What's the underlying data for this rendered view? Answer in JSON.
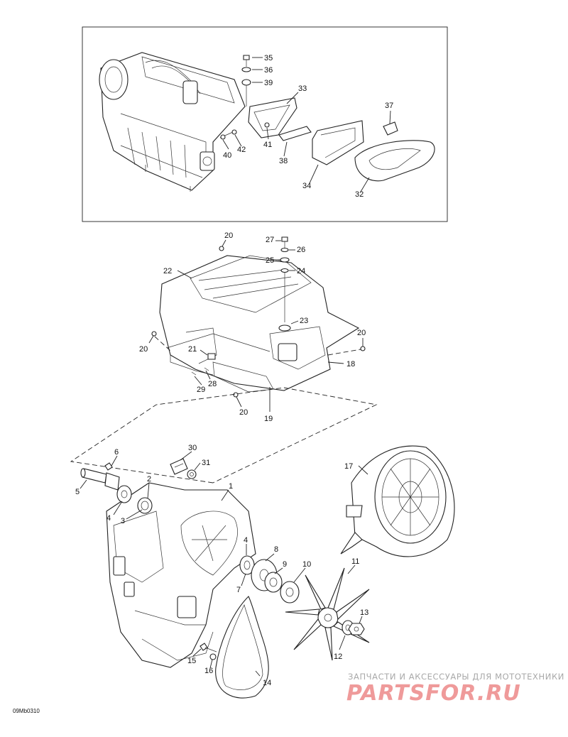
{
  "diagram": {
    "part_code": "09Mb0310",
    "callouts": [
      "35",
      "36",
      "39",
      "33",
      "37",
      "40",
      "42",
      "41",
      "38",
      "34",
      "32",
      "20",
      "27",
      "26",
      "25",
      "24",
      "22",
      "23",
      "20",
      "20",
      "21",
      "18",
      "28",
      "29",
      "20",
      "19",
      "6",
      "30",
      "31",
      "2",
      "5",
      "4",
      "3",
      "1",
      "17",
      "8",
      "4",
      "9",
      "7",
      "10",
      "11",
      "13",
      "12",
      "15",
      "16",
      "14"
    ]
  },
  "watermark": {
    "tagline": "ЗАПЧАСТИ И АКСЕССУАРЫ ДЛЯ МОТОТЕХНИКИ",
    "logo_text": "PARTSFOR.RU",
    "color": "#ef9a9a"
  }
}
